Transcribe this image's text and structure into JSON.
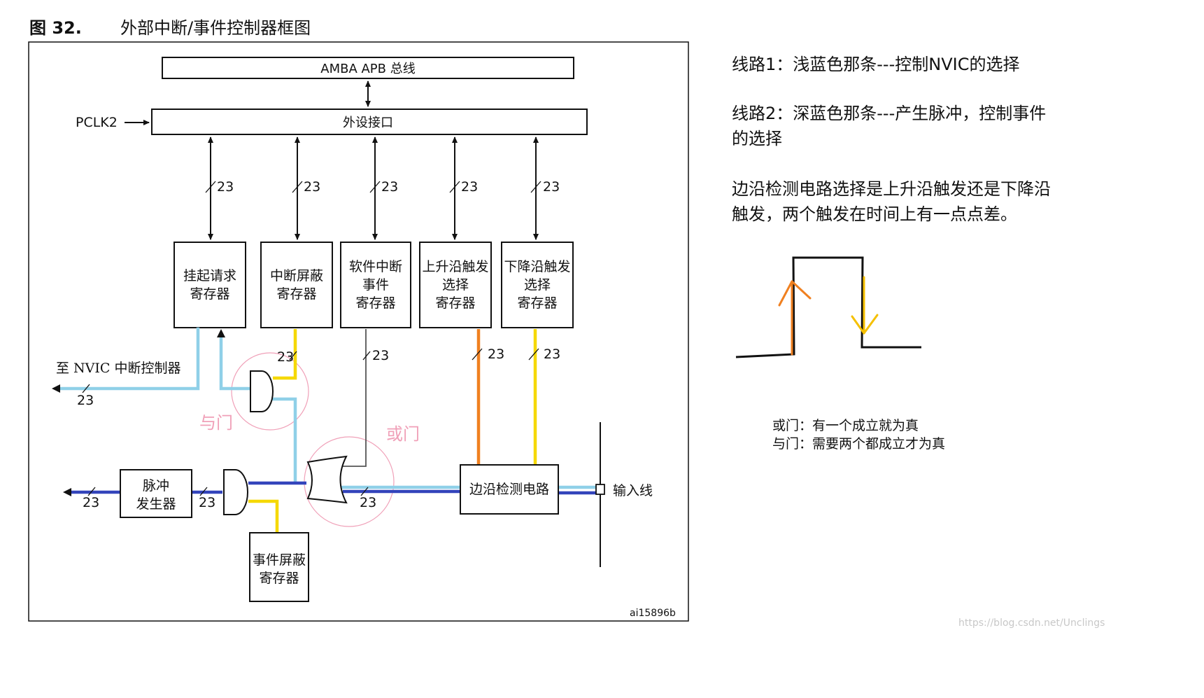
{
  "figure": {
    "number": "图 32.",
    "title": "外部中断/事件控制器框图",
    "id_tag": "ai15896b"
  },
  "blocks": {
    "amba_bus": "AMBA APB 总线",
    "pclk": "PCLK2",
    "periph_if": "外设接口",
    "pending": [
      "挂起请求",
      "寄存器"
    ],
    "int_mask": [
      "中断屏蔽",
      "寄存器"
    ],
    "sw_int": [
      "软件中断",
      "事件",
      "寄存器"
    ],
    "rising": [
      "上升沿触发",
      "选择",
      "寄存器"
    ],
    "falling": [
      "下降沿触发",
      "选择",
      "寄存器"
    ],
    "pulse_gen": [
      "脉冲",
      "发生器"
    ],
    "edge_detect": "边沿检测电路",
    "event_mask": [
      "事件屏蔽",
      "寄存器"
    ],
    "to_nvic": "至 NVIC 中断控制器",
    "input_line": "输入线",
    "bus_width": "23"
  },
  "annotations": {
    "and_gate": "与门",
    "or_gate": "或门"
  },
  "notes": {
    "line1": "线路1：浅蓝色那条---控制NVIC的选择",
    "line2a": "线路2：深蓝色那条---产生脉冲，控制事件",
    "line2b": "的选择",
    "edge_a": "边沿检测电路选择是上升沿触发还是下降沿",
    "edge_b": "触发，两个触发在时间上有一点点差。",
    "or_def": "或门：有一个成立就为真",
    "and_def": "与门：需要两个都成立才为真"
  },
  "watermark": "https://blog.csdn.net/Unclings",
  "colors": {
    "light_blue": "#8fd0e8",
    "dark_blue": "#3344bb",
    "yellow": "#f5d800",
    "orange": "#f08020",
    "pink": "#f0a0b8",
    "gray_line": "#555555"
  }
}
